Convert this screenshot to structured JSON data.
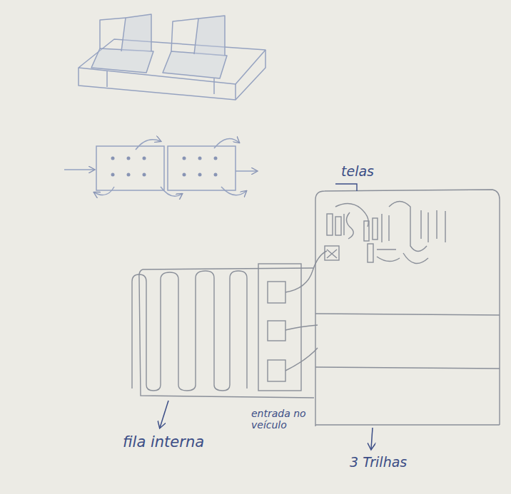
{
  "diagram": {
    "labels": [
      "telas",
      "fila interna",
      "entrada no veículo",
      "3 Trilhas"
    ]
  }
}
